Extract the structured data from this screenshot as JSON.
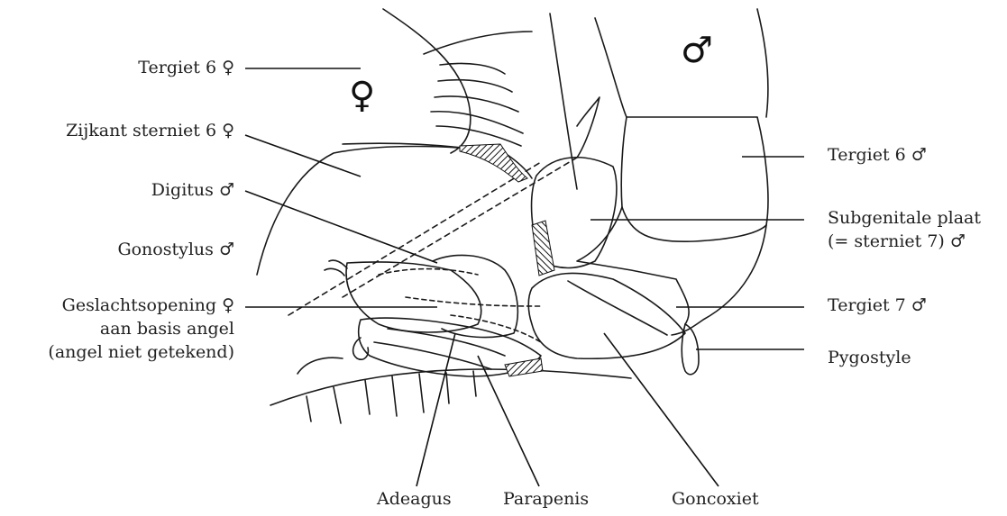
{
  "labels_left": {
    "tergiet6_female": "Tergiet 6 ♀",
    "zijkant_sterniet6": "Zijkant sterniet 6 ♀",
    "digitus": "Digitus ♂",
    "gonostylus": "Gonostylus ♂",
    "geslachtsopening_1": "Geslachtsopening ♀",
    "geslachtsopening_2": "aan basis angel",
    "geslachtsopening_3": "(angel niet getekend)"
  },
  "labels_right": {
    "tergiet6_male": "Tergiet 6 ♂",
    "subgenitale_1": "Subgenitale plaat",
    "subgenitale_2": "(= sterniet 7) ♂",
    "tergiet7_male": "Tergiet 7 ♂",
    "pygostyle": "Pygostyle"
  },
  "labels_bottom": {
    "adeagus": "Adeagus",
    "parapenis": "Parapenis",
    "goncoxiet": "Goncoxiet"
  },
  "symbols": {
    "female": "♀",
    "male": "♂"
  }
}
